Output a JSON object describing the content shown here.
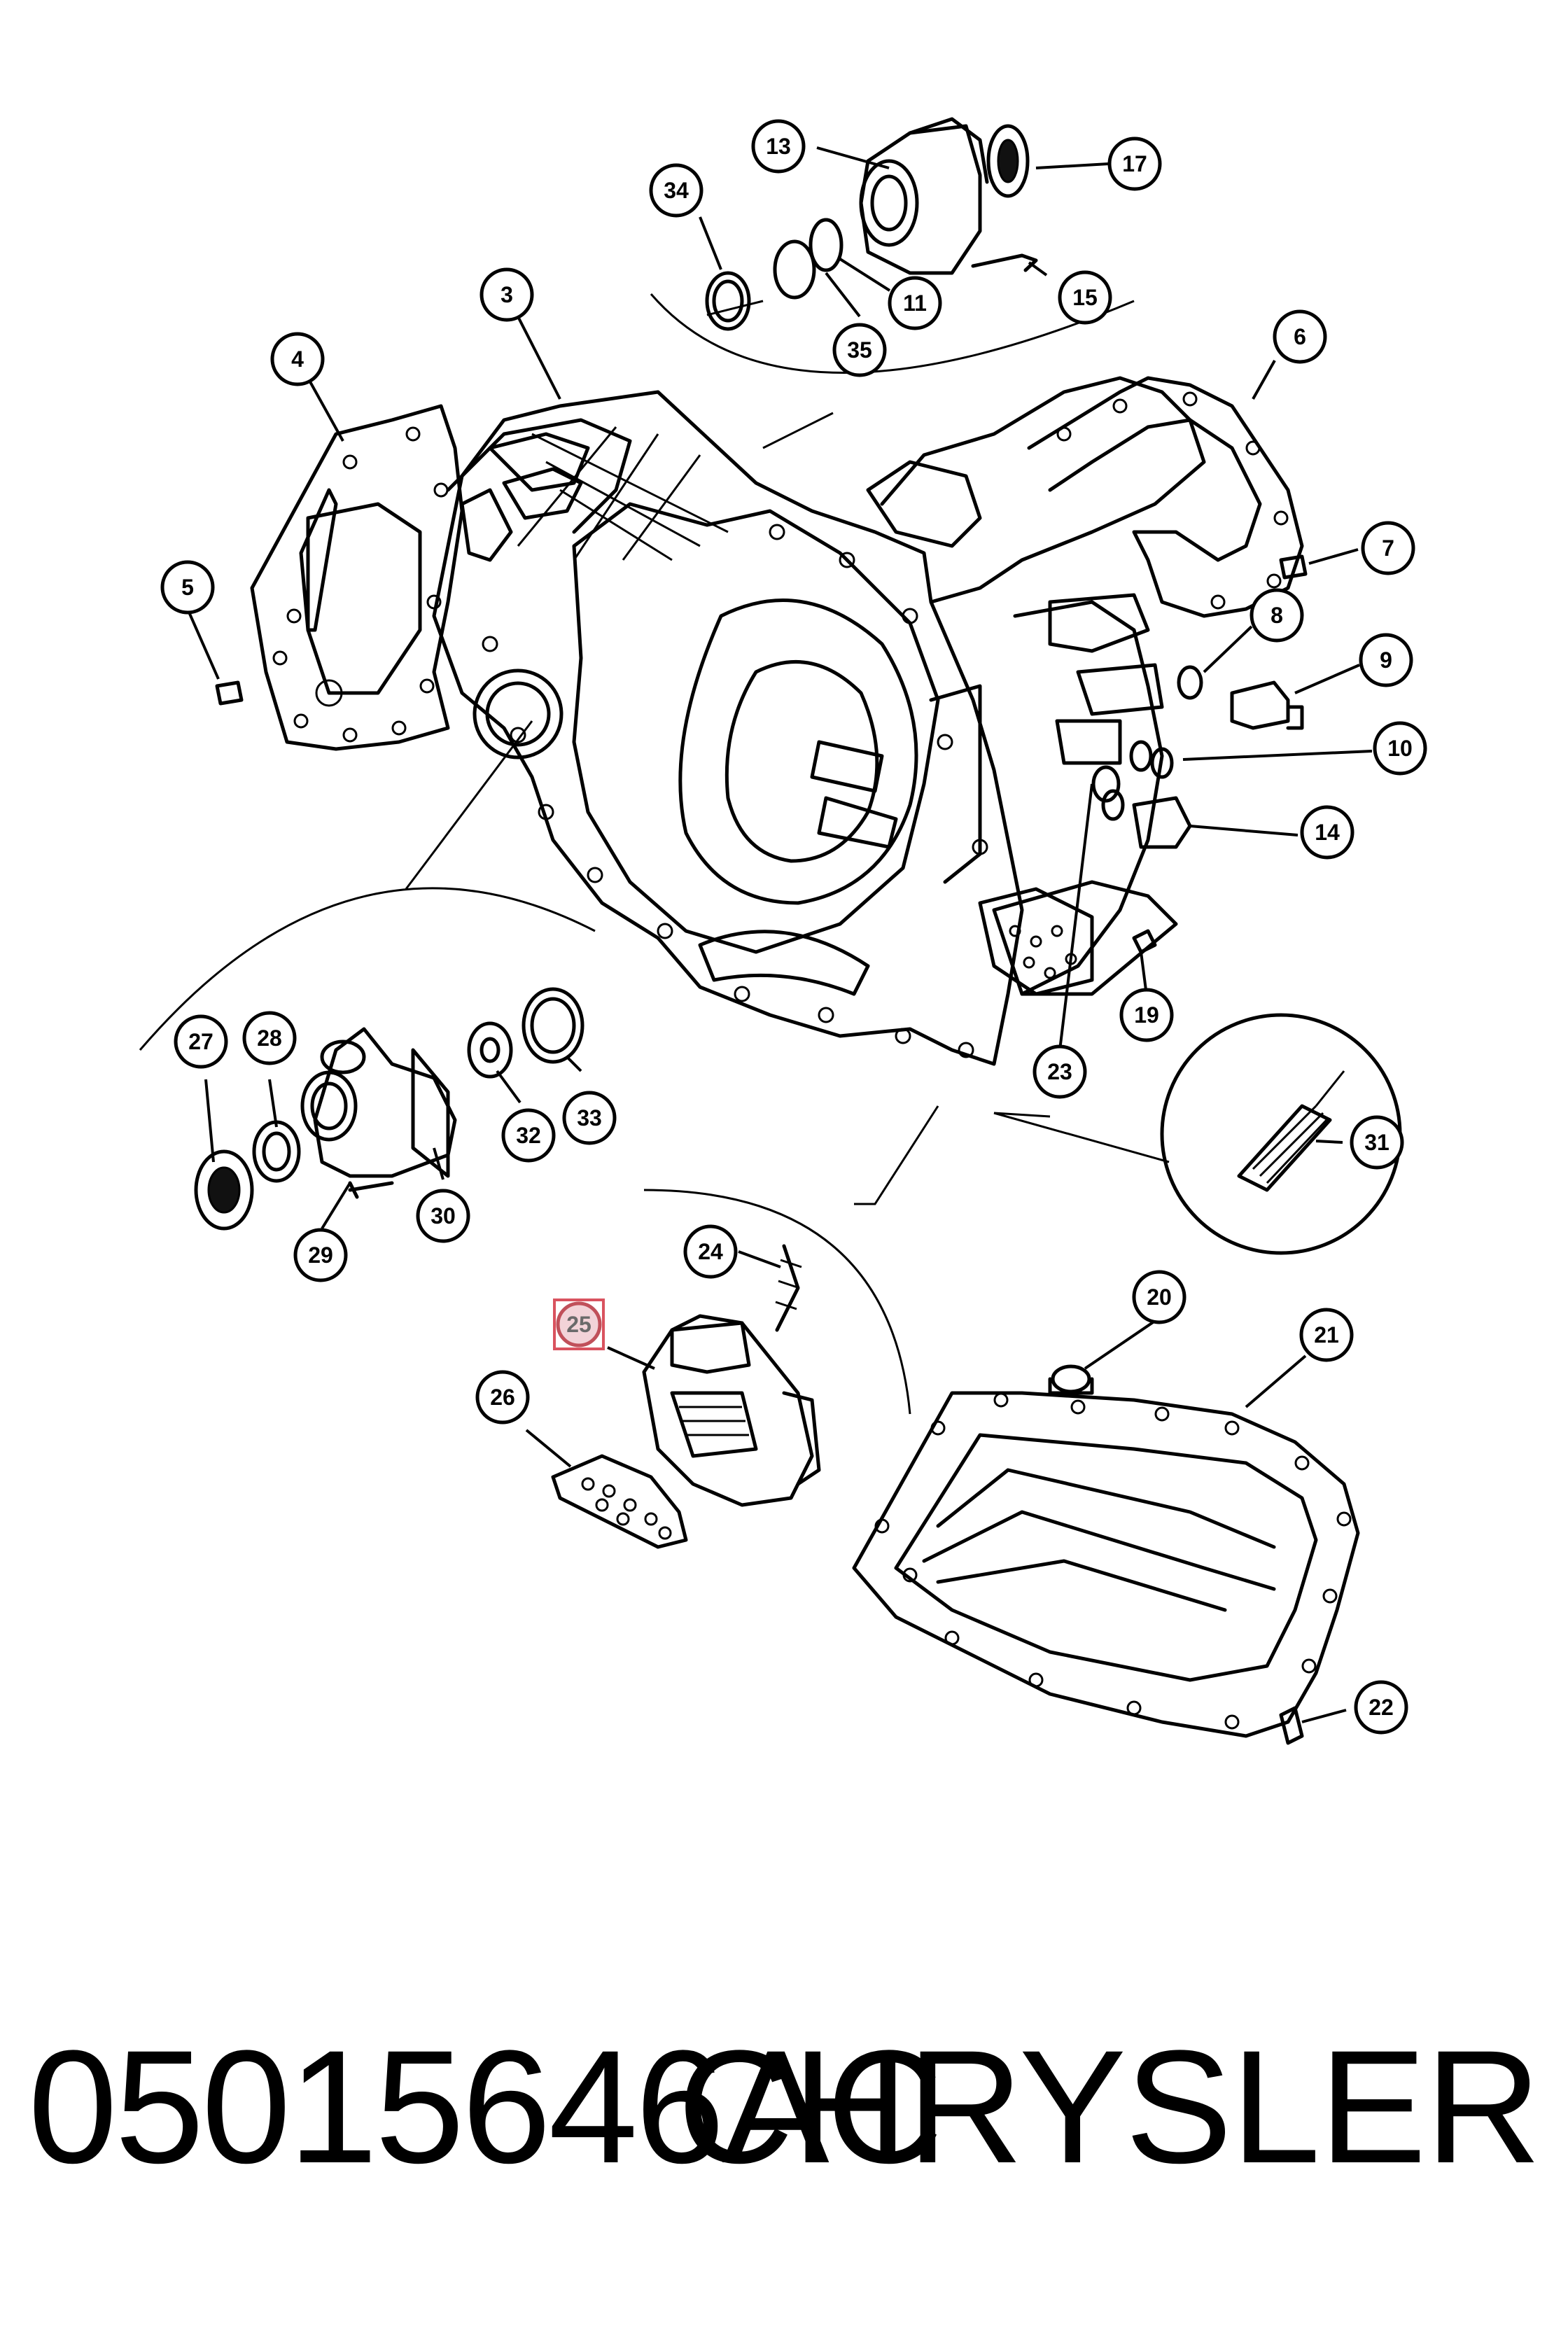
{
  "callouts": [
    {
      "label": "3"
    },
    {
      "label": "4"
    },
    {
      "label": "5"
    },
    {
      "label": "6"
    },
    {
      "label": "7"
    },
    {
      "label": "8"
    },
    {
      "label": "9"
    },
    {
      "label": "10"
    },
    {
      "label": "11"
    },
    {
      "label": "13"
    },
    {
      "label": "14"
    },
    {
      "label": "15"
    },
    {
      "label": "17"
    },
    {
      "label": "19"
    },
    {
      "label": "20"
    },
    {
      "label": "21"
    },
    {
      "label": "22"
    },
    {
      "label": "23"
    },
    {
      "label": "24"
    },
    {
      "label": "25"
    },
    {
      "label": "26"
    },
    {
      "label": "27"
    },
    {
      "label": "28"
    },
    {
      "label": "29"
    },
    {
      "label": "30"
    },
    {
      "label": "31"
    },
    {
      "label": "32"
    },
    {
      "label": "33"
    },
    {
      "label": "34"
    },
    {
      "label": "35"
    }
  ],
  "highlighted_callout": "25",
  "footer": {
    "part_number": "05015646AC",
    "brand": "CHRYSLER"
  }
}
